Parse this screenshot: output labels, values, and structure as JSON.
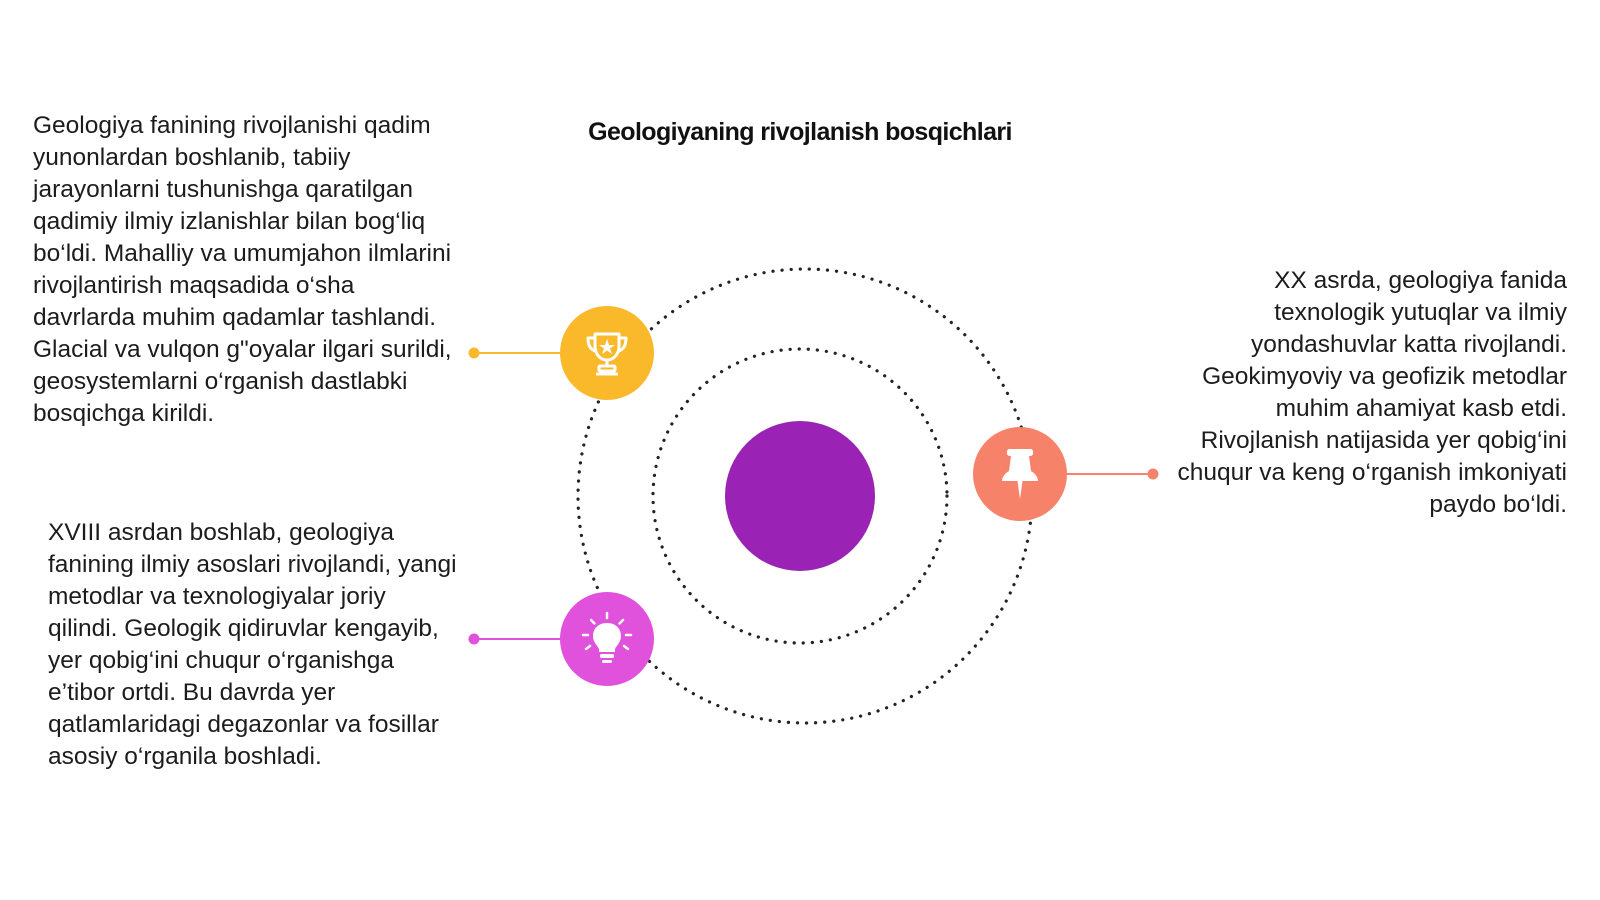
{
  "title": "Geologiyaning rivojlanish bosqichlari",
  "stages": [
    {
      "text": "Geologiya fanining rivojlanishi qadim yunonlardan boshlanib, tabiiy jarayonlarni tushunishga qaratilgan qadimiy ilmiy izlanishlar bilan bog‘liq bo‘ldi. Mahalliy va umumjahon ilmlarini rivojlantirish maqsadida o‘sha davrlarda muhim qadamlar tashlandi. Glacial va vulqon g\"oyalar ilgari surildi, geosystemlarni o‘rganish dastlabki bosqichga kirildi.",
      "icon": "trophy-icon",
      "color": "#f9b92b"
    },
    {
      "text": "XVIII asrdan boshlab, geologiya fanining ilmiy asoslari rivojlandi, yangi metodlar va texnologiyalar joriy qilindi. Geologik qidiruvlar kengayib, yer qobig‘ini chuqur o‘rganishga e’tibor ortdi. Bu davrda yer qatlamlaridagi degazonlar va fosillar asosiy o‘rganila boshladi.",
      "icon": "lightbulb-icon",
      "color": "#e052dc"
    },
    {
      "text": "XX asrda, geologiya fanida texnologik yutuqlar va ilmiy yondashuvlar katta rivojlandi. Geokimyoviy va geofizik metodlar muhim ahamiyat kasb etdi. Rivojlanish natijasida yer qobig‘ini chuqur va keng o‘rganish imkoniyati paydo bo‘ldi.",
      "icon": "pushpin-icon",
      "color": "#f6826a"
    }
  ],
  "center_color": "#9a22b5",
  "orbit_color": "#222222"
}
